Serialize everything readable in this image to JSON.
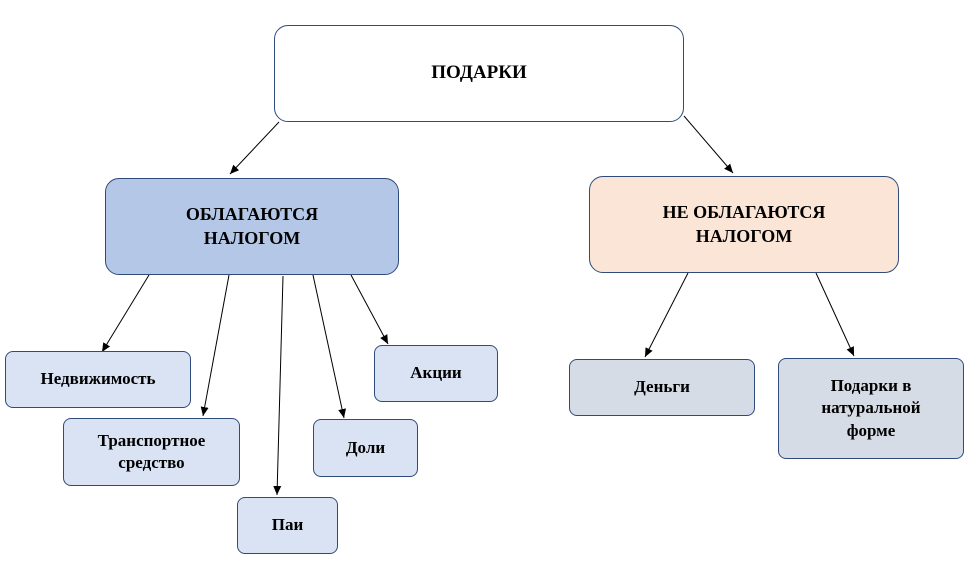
{
  "root": {
    "label": "ПОДАРКИ"
  },
  "taxed": {
    "label": "ОБЛАГАЮТСЯ\nНАЛОГОМ",
    "fill": "#b4c7e7",
    "items": {
      "real_estate": "Недвижимость",
      "vehicle": "Транспортное\nсредство",
      "units": "Паи",
      "shares_stakes": "Доли",
      "stocks": "Акции"
    }
  },
  "untaxed": {
    "label": "НЕ ОБЛАГАЮТСЯ\nНАЛОГОМ",
    "fill": "#fbe5d6",
    "items": {
      "money": "Деньги",
      "in_kind": "Подарки в\nнатуральной\nформе"
    }
  },
  "colors": {
    "border": "#2f4b7c",
    "leaf_taxed": "#dae3f3",
    "leaf_untaxed": "#d6dce5",
    "arrow": "#000000"
  }
}
